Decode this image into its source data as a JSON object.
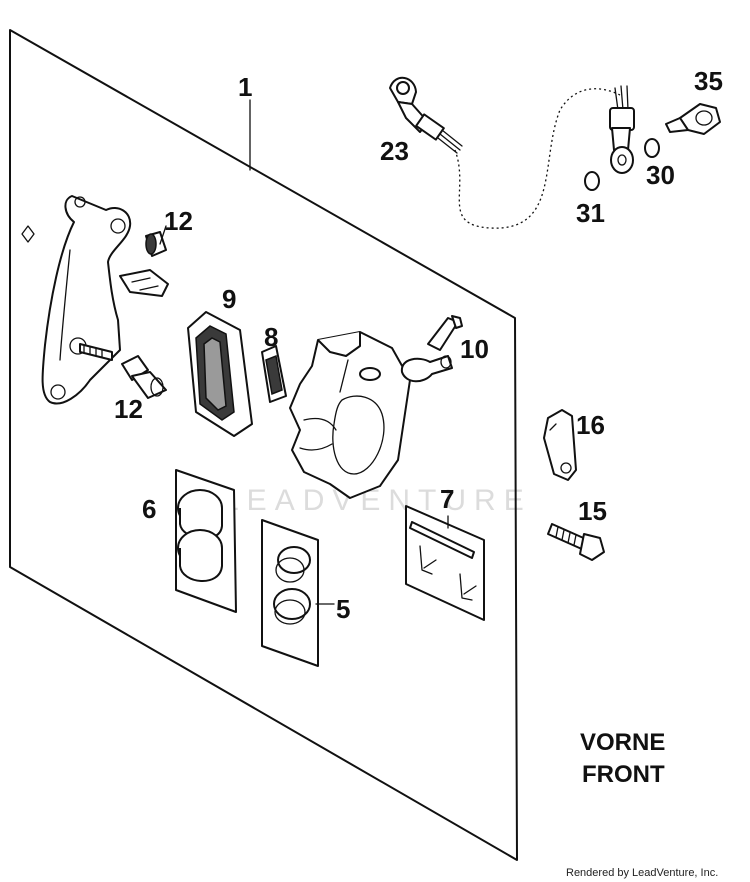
{
  "diagram": {
    "callouts": {
      "c1": "1",
      "c23": "23",
      "c35": "35",
      "c30": "30",
      "c31": "31",
      "c12a": "12",
      "c9": "9",
      "c8": "8",
      "c10": "10",
      "c12b": "12",
      "c16": "16",
      "c6": "6",
      "c7": "7",
      "c15": "15",
      "c5": "5"
    },
    "front_label_line1": "VORNE",
    "front_label_line2": "FRONT",
    "watermark": "LEADVENTURE",
    "footer": "Rendered by LeadVenture, Inc."
  }
}
